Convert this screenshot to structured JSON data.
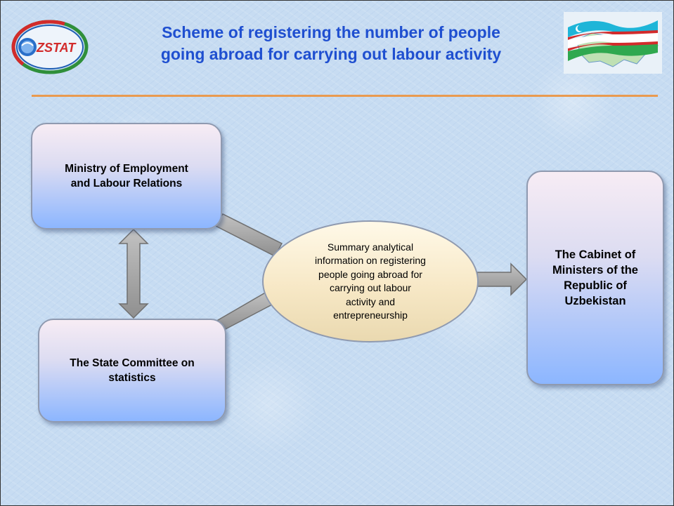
{
  "slide": {
    "title_line1": "Scheme of registering the number of people",
    "title_line2": "going abroad for carrying out labour activity",
    "logo_left_text": "ZSTAT"
  },
  "diagram": {
    "ministry_line1": "Ministry of Employment",
    "ministry_line2": "and Labour Relations",
    "committee_line1": "The State Committee on",
    "committee_line2": "statistics",
    "summary_line1": "Summary analytical",
    "summary_line2": "information on registering",
    "summary_line3": "people going abroad for",
    "summary_line4": "carrying out labour",
    "summary_line5": "activity and",
    "summary_line6": "entrepreneurship",
    "cabinet_line1": "The Cabinet of",
    "cabinet_line2": "Ministers of the",
    "cabinet_line3": "Republic of",
    "cabinet_line4": "Uzbekistan"
  },
  "colors": {
    "title": "#1f4fd0",
    "divider": "#e99a4f",
    "box_bottom": "#8cb6ff",
    "ellipse_fill": "#f7e8c6",
    "connector": "#a9a9a9"
  },
  "icons": {
    "logo_left": "zstat-logo-icon",
    "logo_right": "uzbekistan-flag-map-icon"
  }
}
